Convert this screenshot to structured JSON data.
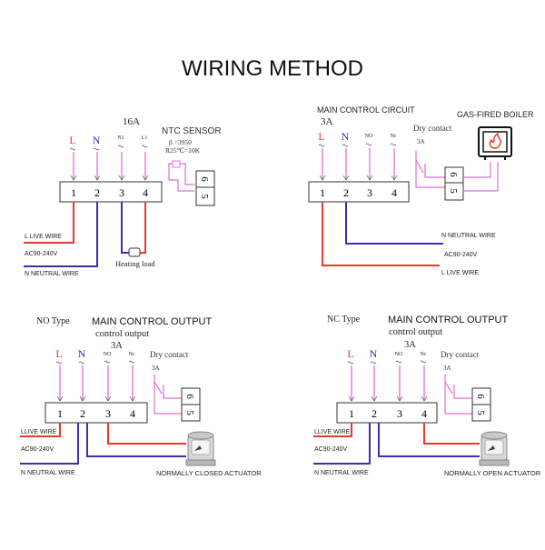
{
  "title": "WIRING METHOD",
  "colors": {
    "live": "#e8392f",
    "neutral": "#3a2fb0",
    "signal": "#e06fd4",
    "dark": "#222222"
  },
  "diagrams": {
    "ntc": {
      "current": "16A",
      "sensor_label": "NTC SENSOR",
      "beta": "β =3950",
      "r25": "R25℃=10K",
      "terms_top": [
        "L",
        "N",
        "N1",
        "L1"
      ],
      "terms": [
        "1",
        "2",
        "3",
        "4"
      ],
      "side_terms": [
        "6",
        "5"
      ],
      "live_wire": "L LIVE WIRE",
      "ac": "AC90-240V",
      "neutral_wire": "N NEUTRAL WIRE",
      "heating_load": "Heating load"
    },
    "boiler": {
      "title": "MAIN CONTROL CIRCUIT",
      "current": "3A",
      "dry_contact": "Dry contact",
      "dry_current": "3A",
      "boiler_label": "GAS-FIRED BOILER",
      "terms_top": [
        "L",
        "N",
        "NO",
        "Nc"
      ],
      "terms": [
        "1",
        "2",
        "3",
        "4"
      ],
      "side_terms": [
        "6",
        "5"
      ],
      "neutral_wire": "N NEUTRAL WIRE",
      "ac": "AC90-240V",
      "live_wire": "L LIVE WIRE"
    },
    "no_type": {
      "type": "NO Type",
      "title": "MAIN CONTROL OUTPUT",
      "subtitle": "control output",
      "current": "3A",
      "dry_contact": "Dry contact",
      "dry_current": "3A",
      "terms_top": [
        "L",
        "N",
        "NO",
        "Nc"
      ],
      "terms": [
        "1",
        "2",
        "3",
        "4"
      ],
      "side_terms": [
        "6",
        "5"
      ],
      "live_wire": "LLIVE WIRE",
      "ac": "AC90-240V",
      "neutral_wire": "N NEUTRAL WIRE",
      "actuator": "NORMALLY CLOSED ACTUATOR"
    },
    "nc_type": {
      "type": "NC Type",
      "title": "MAIN CONTROL OUTPUT",
      "subtitle": "control output",
      "current": "3A",
      "dry_contact": "Dry contact",
      "dry_current": "3A",
      "terms_top": [
        "L",
        "N",
        "NO",
        "Nc"
      ],
      "terms": [
        "1",
        "2",
        "3",
        "4"
      ],
      "side_terms": [
        "6",
        "5"
      ],
      "live_wire": "LLIVE WIRE",
      "ac": "AC90-240V",
      "neutral_wire": "N NEUTRAL WIRE",
      "actuator": "NORMALLY OPEN ACTUATOR"
    }
  }
}
